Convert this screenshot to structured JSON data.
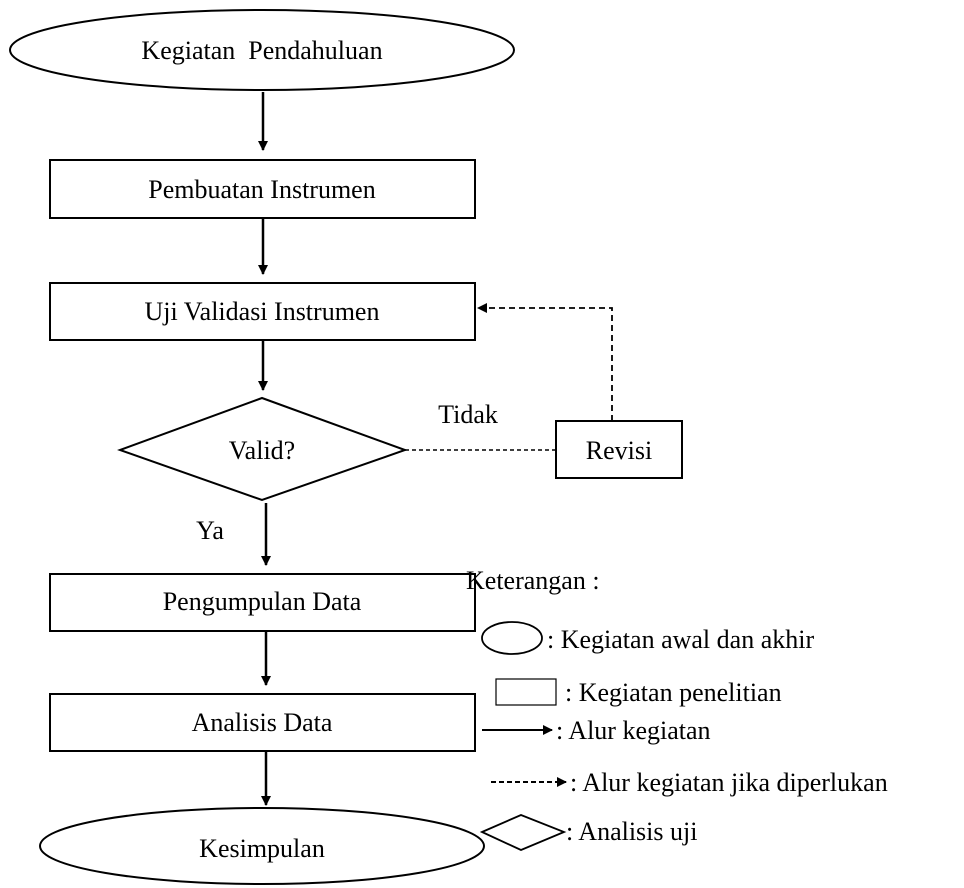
{
  "nodes": {
    "start": "Kegiatan  Pendahuluan",
    "instrument": "Pembuatan Instrumen",
    "validation": "Uji Validasi Instrumen",
    "decision": "Valid?",
    "revision": "Revisi",
    "collection": "Pengumpulan Data",
    "analysis": "Analisis Data",
    "end": "Kesimpulan"
  },
  "edges": {
    "no_label": "Tidak",
    "yes_label": "Ya"
  },
  "legend": {
    "title": "Keterangan :",
    "items": [
      {
        "symbol": "ellipse",
        "label": ": Kegiatan awal dan akhir"
      },
      {
        "symbol": "rectangle",
        "label": ": Kegiatan penelitian"
      },
      {
        "symbol": "solid-arrow",
        "label": ": Alur kegiatan"
      },
      {
        "symbol": "dashed-arrow",
        "label": ": Alur kegiatan jika diperlukan"
      },
      {
        "symbol": "diamond",
        "label": ": Analisis uji"
      }
    ]
  }
}
